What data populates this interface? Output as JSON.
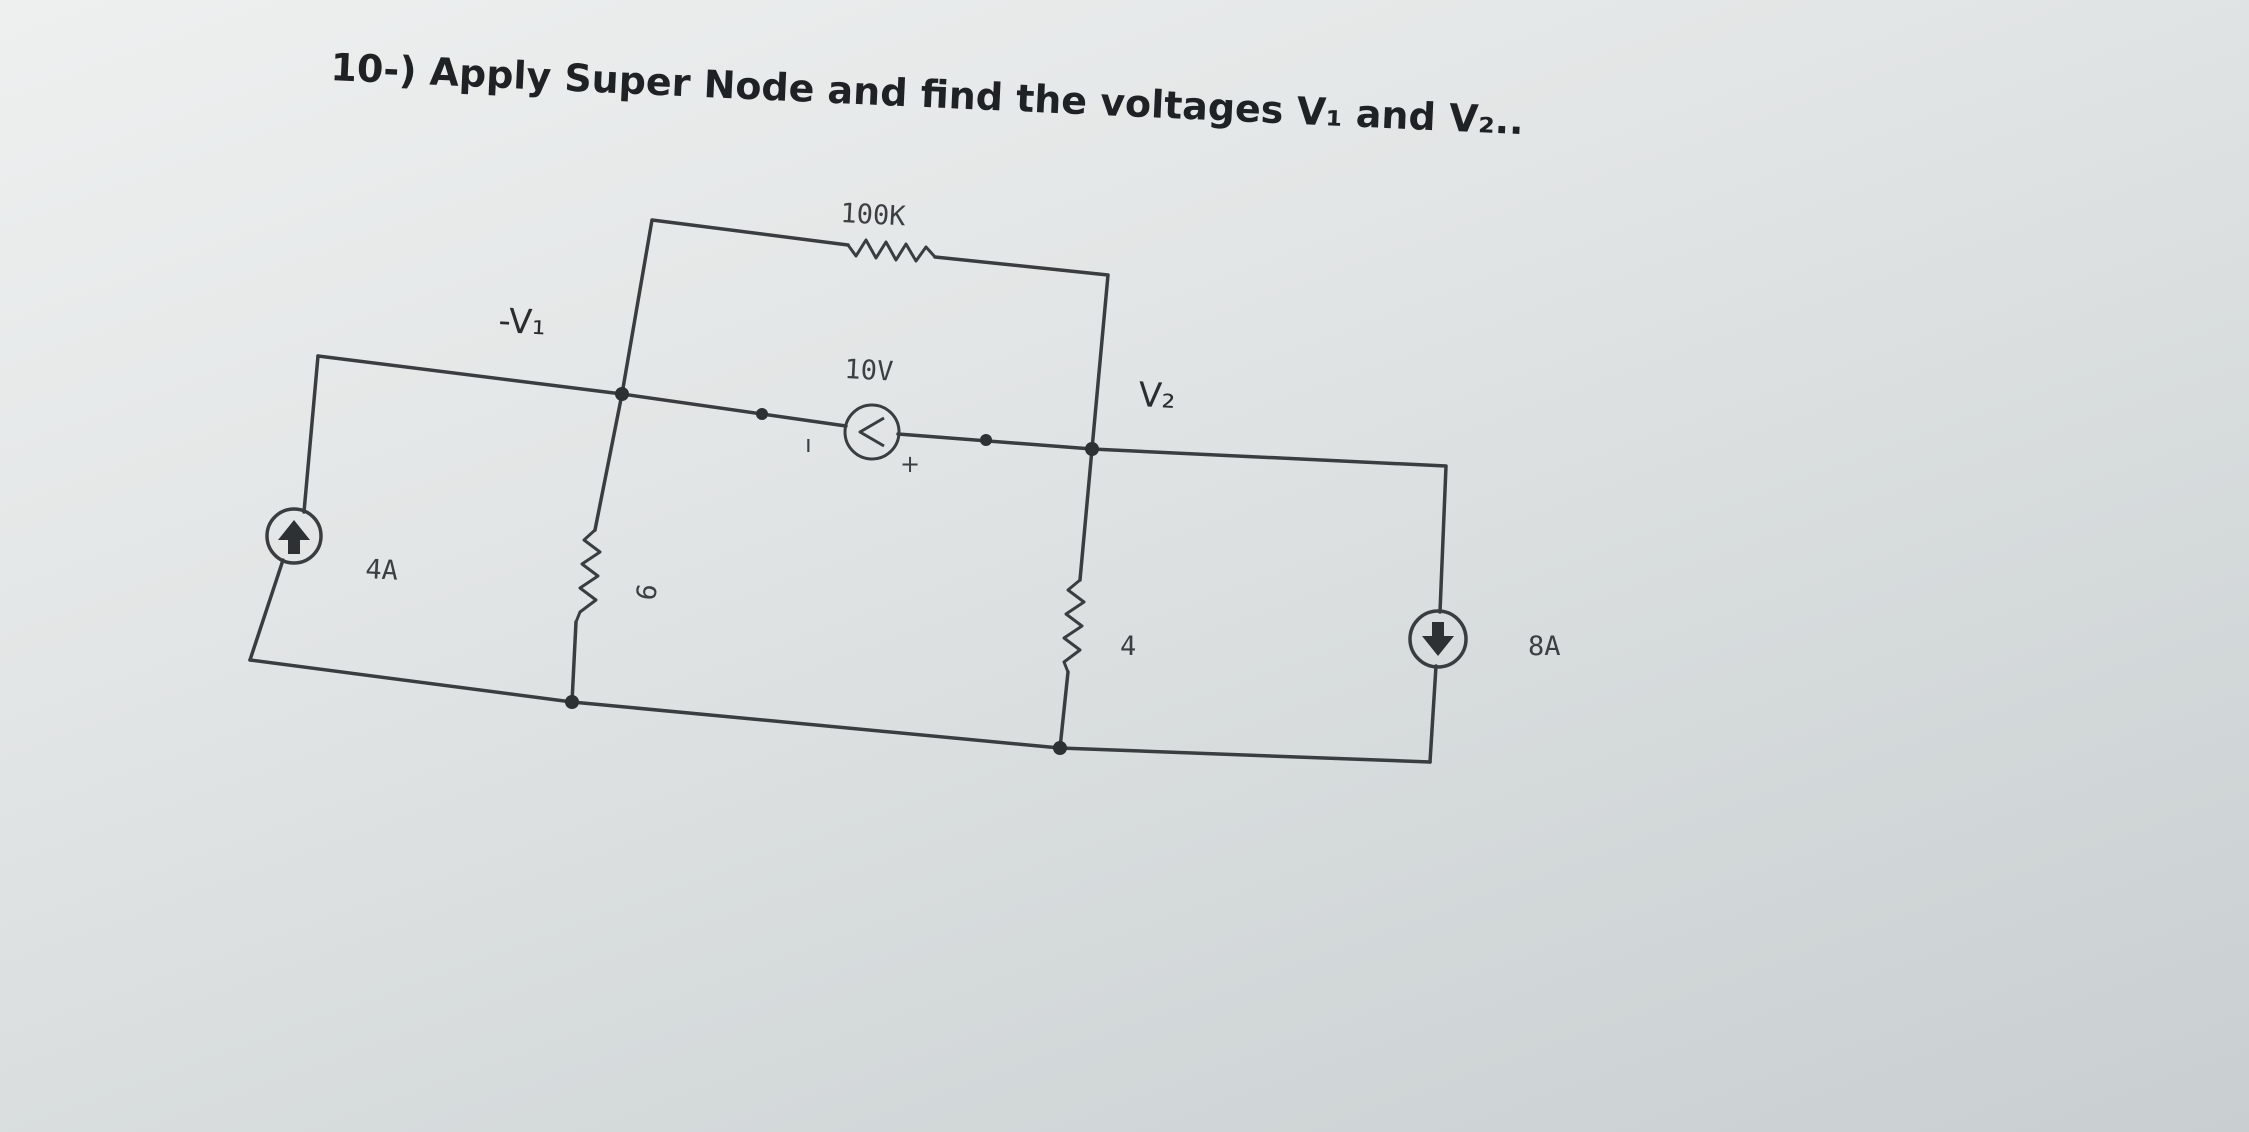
{
  "title": "10-) Apply Super Node and find the voltages V₁ and V₂..",
  "nodes": {
    "v1": "-V₁",
    "v2": "V₂"
  },
  "components": {
    "resistor_top": "100K",
    "voltage_source": "10V",
    "voltage_source_plus": "+",
    "voltage_source_minus": "ı",
    "resistor_left": "6",
    "resistor_right": "4",
    "current_source_left": "4A",
    "current_source_right": "8A"
  },
  "colors": {
    "wire": "#3a3d40",
    "text": "#1f2224"
  }
}
